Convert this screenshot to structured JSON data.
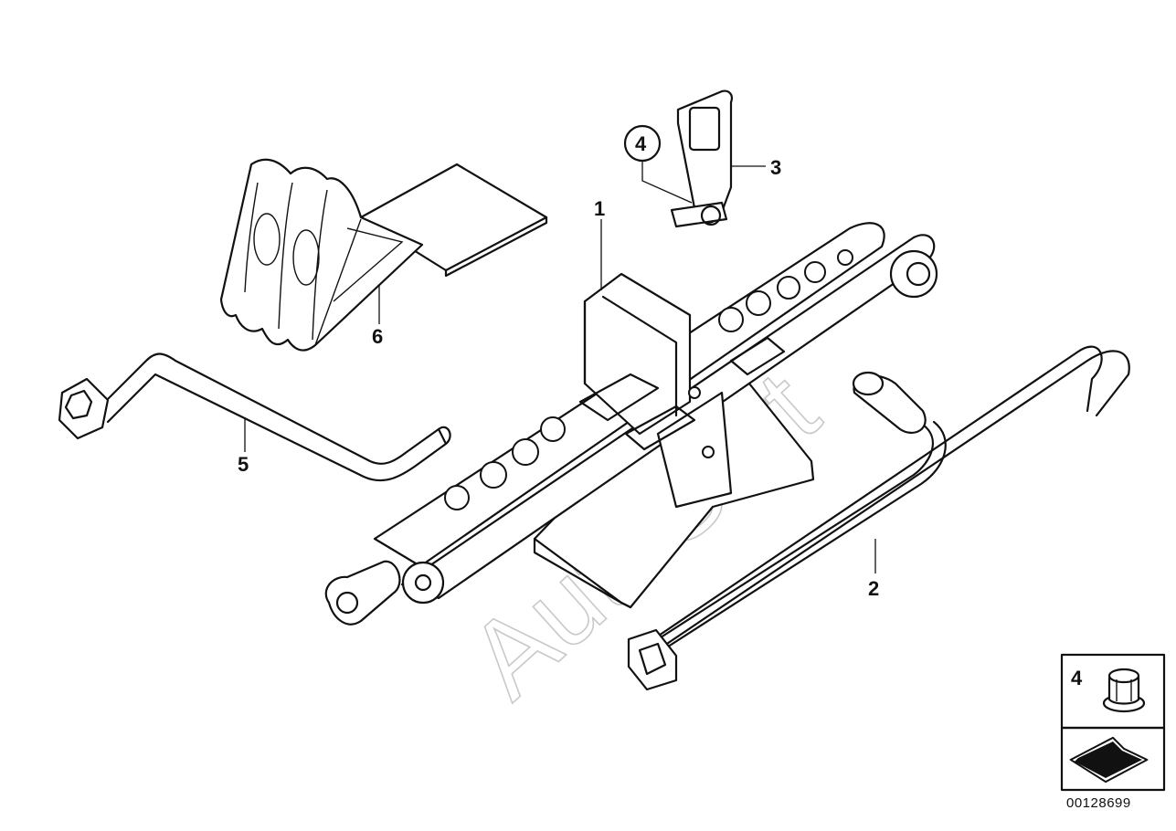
{
  "callouts": {
    "c1": "1",
    "c2": "2",
    "c3": "3",
    "c4": "4",
    "c5": "5",
    "c6": "6"
  },
  "inset": {
    "item_number": "4"
  },
  "watermark": "AutoSoft",
  "diagram_number": "00128699"
}
